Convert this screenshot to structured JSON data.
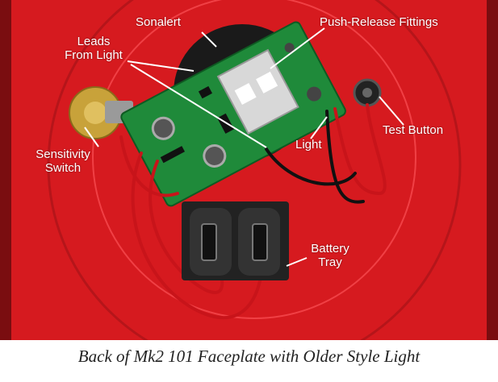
{
  "photo": {
    "callouts": {
      "sonalert": "Sonalert",
      "leads_from_light_line1": "Leads",
      "leads_from_light_line2": "From Light",
      "push_release_fittings": "Push-Release Fittings",
      "sensitivity_switch_line1": "Sensitivity",
      "sensitivity_switch_line2": "Switch",
      "light": "Light",
      "test_button": "Test Button",
      "battery_tray_line1": "Battery",
      "battery_tray_line2": "Tray"
    },
    "colors": {
      "faceplate": "#e01e22",
      "circuit_board": "#1f8a3a",
      "battery_tray": "#222222",
      "label_text": "#ffffff"
    }
  },
  "caption": "Back of Mk2 101 Faceplate with Older Style Light"
}
